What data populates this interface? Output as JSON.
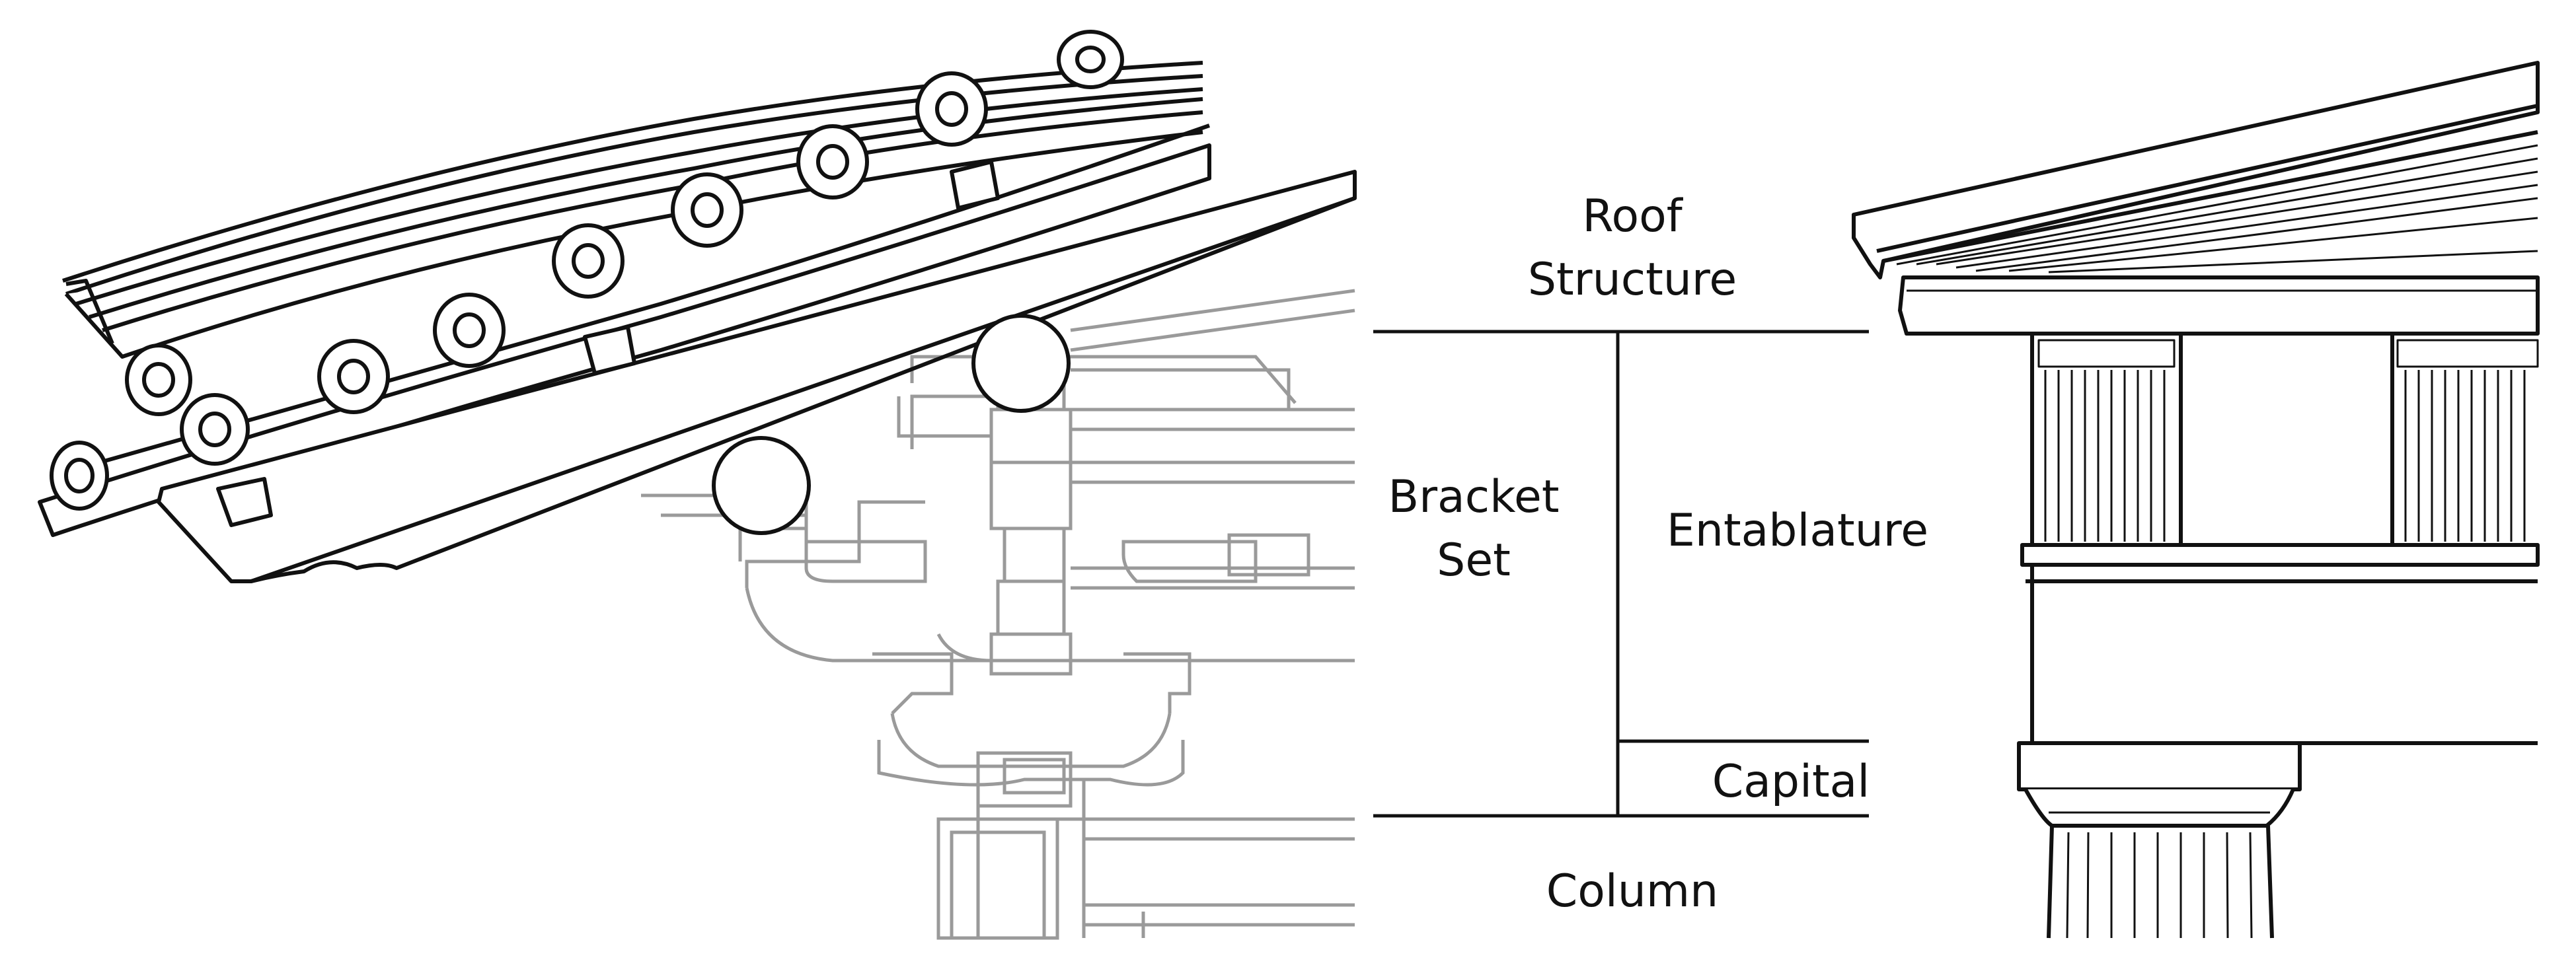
{
  "labels": {
    "roof_structure": "Roof\nStructure",
    "bracket_set": "Bracket\nSet",
    "entablature": "Entablature",
    "capital": "Capital",
    "column": "Column"
  },
  "colors": {
    "ink": "#111111",
    "faint": "#9a9a9a",
    "background": "#ffffff"
  }
}
